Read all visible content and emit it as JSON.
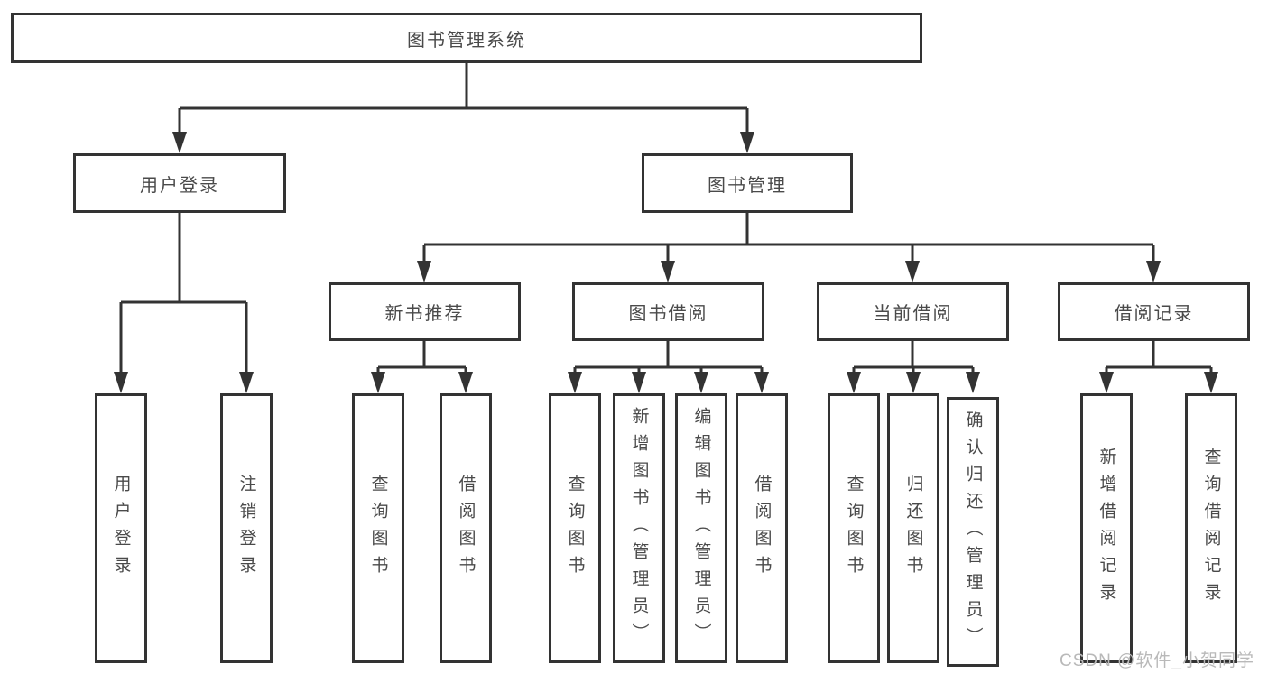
{
  "tree": {
    "root": {
      "label": "图书管理系统"
    },
    "level2": [
      {
        "label": "用户登录"
      },
      {
        "label": "图书管理"
      }
    ],
    "level3": [
      {
        "label": "新书推荐"
      },
      {
        "label": "图书借阅"
      },
      {
        "label": "当前借阅"
      },
      {
        "label": "借阅记录"
      }
    ],
    "leaves": {
      "user_login": [
        {
          "label": "用户登录"
        },
        {
          "label": "注销登录"
        }
      ],
      "new_book_recommend": [
        {
          "label": "查询图书"
        },
        {
          "label": "借阅图书"
        }
      ],
      "book_borrow": [
        {
          "label": "查询图书"
        },
        {
          "label": "新增图书（管理员）"
        },
        {
          "label": "编辑图书（管理员）"
        },
        {
          "label": "借阅图书"
        }
      ],
      "current_borrow": [
        {
          "label": "查询图书"
        },
        {
          "label": "归还图书"
        },
        {
          "label": "确认归还（管理员）"
        }
      ],
      "borrow_records": [
        {
          "label": "新增借阅记录"
        },
        {
          "label": "查询借阅记录"
        }
      ]
    }
  },
  "watermark": "CSDN @软件_小贺同学",
  "colors": {
    "line": "#333333",
    "box_border": "#333333",
    "text": "#4a4a4a",
    "background": "#ffffff",
    "watermark": "#b9b9b9"
  }
}
